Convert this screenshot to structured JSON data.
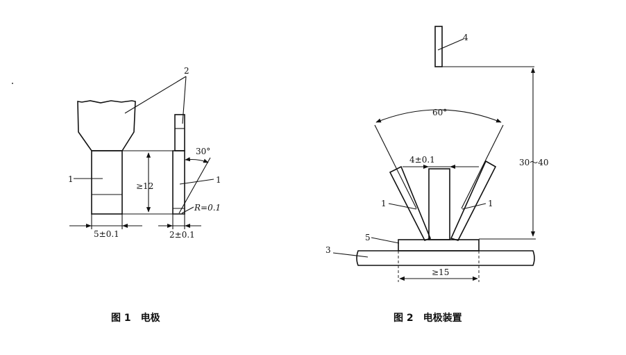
{
  "figure1": {
    "caption": "图 1　电极",
    "labels": {
      "part_1_left": "1",
      "part_1_right": "1",
      "part_2": "2",
      "height": "≥12",
      "width": "5±0.1",
      "thickness": "2±0.1",
      "angle": "30°",
      "radius": "R=0.1"
    }
  },
  "figure2": {
    "caption": "图 2　电极装置",
    "labels": {
      "angle": "60°",
      "gap": "4±0.1",
      "electrode_left": "1",
      "electrode_right": "1",
      "part_3": "3",
      "part_4": "4",
      "part_5": "5",
      "height_range": "30～40",
      "length": "≥15"
    }
  }
}
